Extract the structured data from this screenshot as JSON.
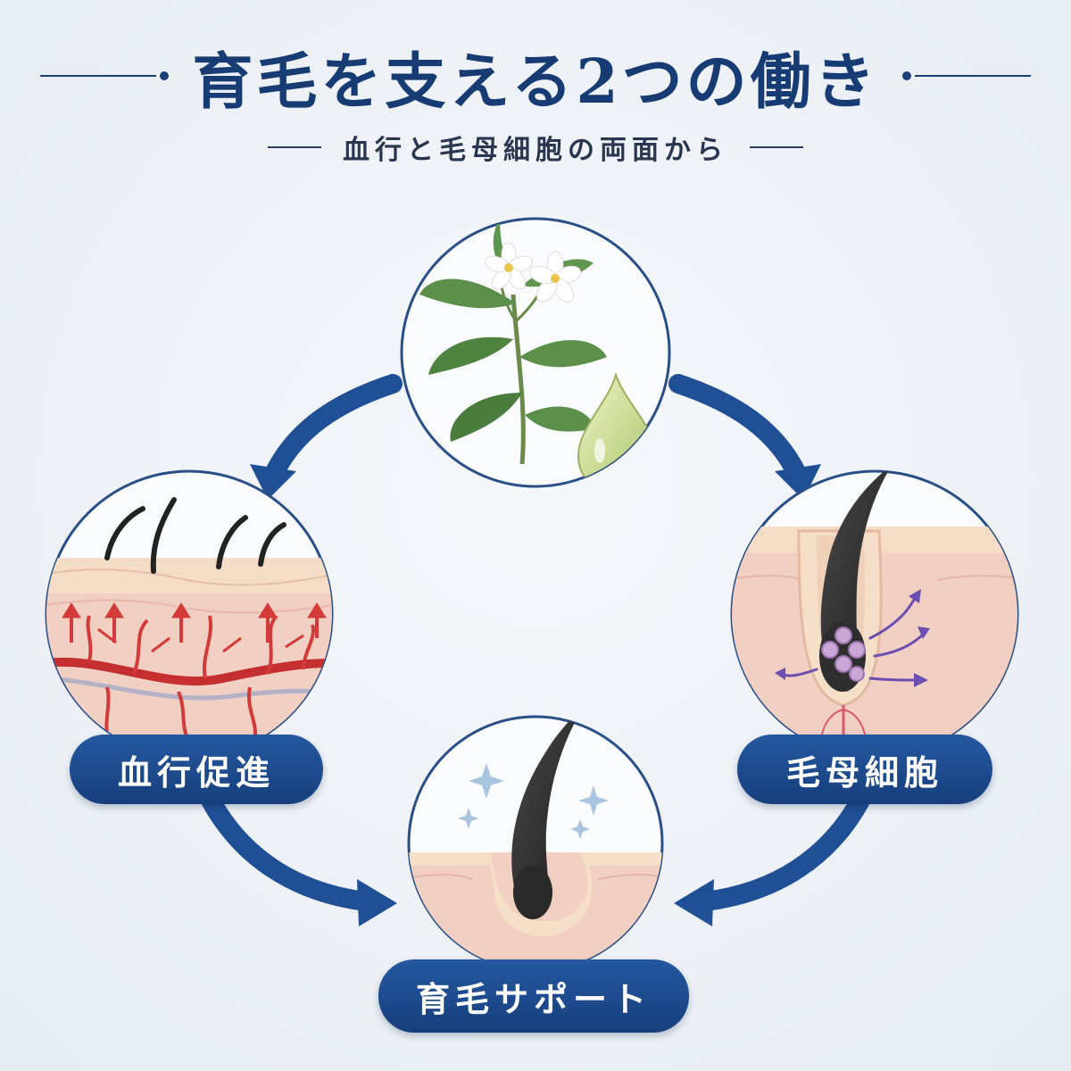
{
  "header": {
    "title": "育毛を支える2つの働き",
    "subtitle": "血行と毛母細胞の両面から"
  },
  "nodes": {
    "source": {
      "icon": "plant-and-oil-drop-icon"
    },
    "left": {
      "label": "血行促進",
      "icon": "blood-vessel-scalp-icon"
    },
    "right": {
      "label": "毛母細胞",
      "icon": "hair-follicle-cells-icon"
    },
    "bottom": {
      "label": "育毛サポート",
      "icon": "healthy-hair-icon"
    }
  },
  "colors": {
    "navy": "#173c74",
    "arrow": "#1f4f94",
    "circle_border": "#2a4f86",
    "pill": "#1e4c8e",
    "skin": "#f3d3c8",
    "blood": "#d33a3a",
    "cell": "#c9a6d6",
    "leaf": "#5c8f4a",
    "oil": "#c9dc98"
  }
}
